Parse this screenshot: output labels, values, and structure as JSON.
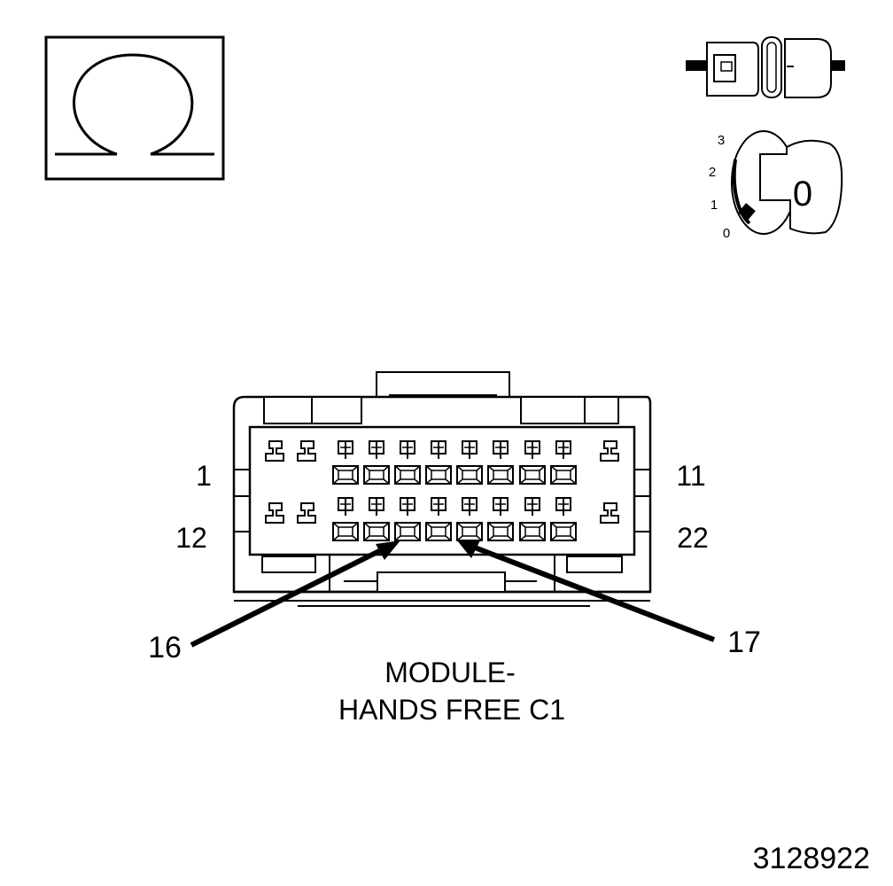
{
  "ohm_symbol": {
    "icon": "ohm-icon",
    "glyph": "Ω"
  },
  "connector_icon": {
    "icon": "connector-disconnected-icon"
  },
  "ignition": {
    "icon": "ignition-key-icon",
    "positions": [
      "3",
      "2",
      "1",
      "0"
    ],
    "key_label": "0"
  },
  "connector": {
    "pin_labels": {
      "top_left": "1",
      "top_right": "11",
      "bottom_left": "12",
      "bottom_right": "22"
    },
    "callouts": [
      {
        "label": "16"
      },
      {
        "label": "17"
      }
    ],
    "title_line1": "MODULE-",
    "title_line2": "HANDS FREE C1"
  },
  "figure_id": "3128922"
}
